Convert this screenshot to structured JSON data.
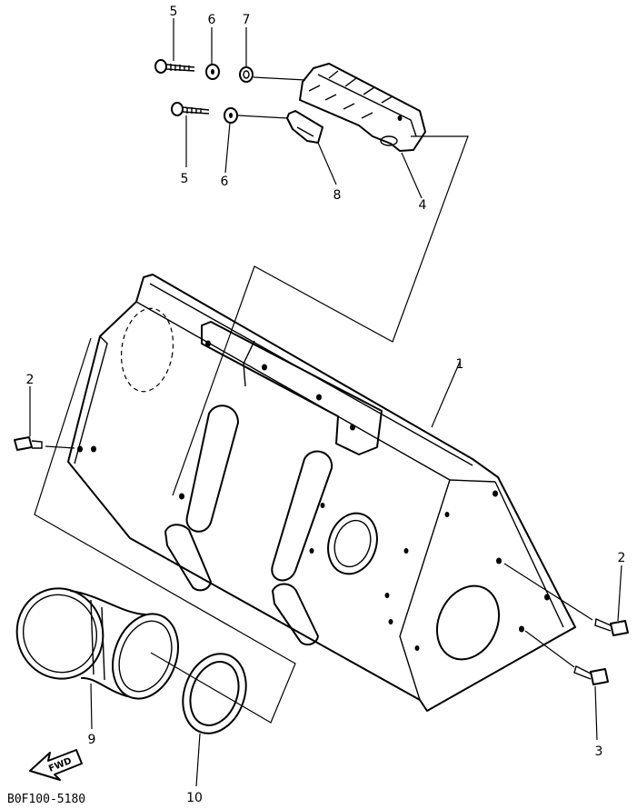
{
  "callouts": {
    "c1": "1",
    "c2a": "2",
    "c2b": "2",
    "c3": "3",
    "c4": "4",
    "c5a": "5",
    "c5b": "5",
    "c6a": "6",
    "c6b": "6",
    "c7": "7",
    "c8": "8",
    "c9": "9",
    "c10": "10"
  },
  "fwd_label": "FWD",
  "diagram_code": "B0F100-5180"
}
